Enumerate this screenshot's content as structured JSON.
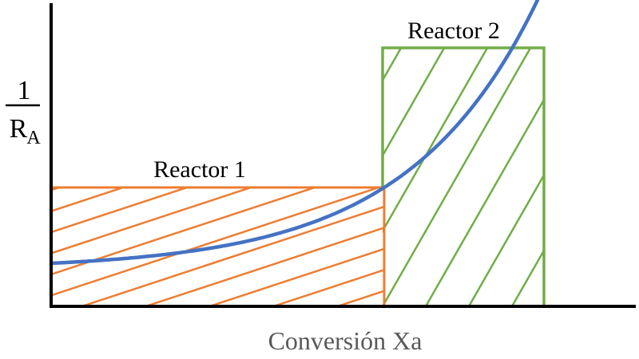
{
  "diagram": {
    "title": "Levenspiel plot - two reactors in series",
    "y_axis_label": {
      "numerator": "1",
      "denominator_main": "R",
      "denominator_sub": "A"
    },
    "x_axis_label": "Conversión Xa",
    "regions": [
      {
        "name": "reactor-1",
        "label": "Reactor 1",
        "color": "#ED7D31"
      },
      {
        "name": "reactor-2",
        "label": "Reactor 2",
        "color": "#70AD47"
      }
    ],
    "curve": {
      "name": "rate-curve",
      "color": "#4472C4"
    },
    "colors": {
      "axis": "#000000",
      "text": "#000000",
      "x_label": "#595959"
    }
  }
}
